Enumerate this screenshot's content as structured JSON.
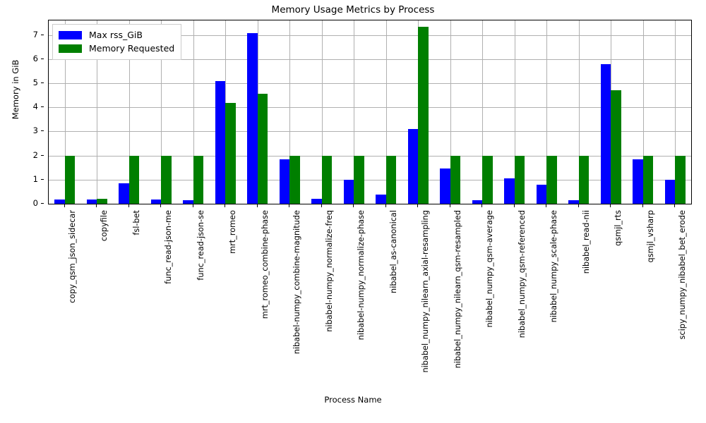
{
  "chart_data": {
    "type": "bar",
    "title": "Memory Usage Metrics by Process",
    "xlabel": "Process Name",
    "ylabel": "Memory in GiB",
    "ylim": [
      0,
      7.6
    ],
    "yticks": [
      0,
      1,
      2,
      3,
      4,
      5,
      6,
      7
    ],
    "grid": true,
    "legend_position": "upper left",
    "colors": {
      "max_rss": "#0000ff",
      "memory_requested": "#007f00"
    },
    "categories": [
      "copy_qsm_json_sidecar",
      "copyfile",
      "fsl-bet",
      "func_read-json-me",
      "func_read-json-se",
      "mrt_romeo",
      "mrt_romeo_combine-phase",
      "nibabel-numpy_combine-magnitude",
      "nibabel-numpy_normalize-freq",
      "nibabel-numpy_normalize-phase",
      "nibabel_as-canonical",
      "nibabel_numpy_nilearn_axial-resampling",
      "nibabel_numpy_nilearn_qsm-resampled",
      "nibabel_numpy_qsm-average",
      "nibabel_numpy_qsm-referenced",
      "nibabel_numpy_scale-phase",
      "nibabel_read-nii",
      "qsmjl_rts",
      "qsmjl_vsharp",
      "scipy_numpy_nibabel_bet_erode"
    ],
    "series": [
      {
        "name": "Max rss_GiB",
        "color": "#0000ff",
        "values": [
          0.19,
          0.17,
          0.86,
          0.17,
          0.16,
          5.08,
          7.08,
          1.85,
          0.2,
          1.0,
          0.38,
          3.1,
          1.47,
          0.15,
          1.06,
          0.8,
          0.16,
          5.8,
          1.85,
          1.0
        ]
      },
      {
        "name": "Memory Requested",
        "color": "#007f00",
        "values": [
          2.0,
          0.2,
          2.0,
          2.0,
          2.0,
          4.17,
          4.55,
          2.0,
          2.0,
          2.0,
          2.0,
          7.35,
          2.0,
          2.0,
          2.0,
          2.0,
          2.0,
          4.72,
          2.0,
          2.0
        ]
      }
    ],
    "visible_tick_categories": [
      "copy_qsm_json_sidecar",
      "copyfile",
      "fsl-bet",
      "func_read-json-me",
      "func_read-json-se",
      "mrt_romeo",
      "mrt_romeo_combine-phase",
      "nibabel-numpy_combine-magnitude",
      "nibabel-numpy_normalize-freq",
      "nibabel-numpy_normalize-phase",
      "nibabel_as-canonical",
      "nibabel_numpy_nilearn_axial-resampling",
      "nibabel_numpy_nilearn_qsm-resampled",
      "nibabel_numpy_qsm-average",
      "nibabel_numpy_qsm-referenced",
      "nibabel_numpy_scale-phase",
      "nibabel_read-nii",
      "qsmjl_rts",
      "qsmjl_vsharp",
      "scipy_numpy_nibabel_bet_erode"
    ]
  },
  "legend": {
    "items": [
      {
        "label": "Max rss_GiB",
        "color": "#0000ff"
      },
      {
        "label": "Memory Requested",
        "color": "#007f00"
      }
    ]
  }
}
